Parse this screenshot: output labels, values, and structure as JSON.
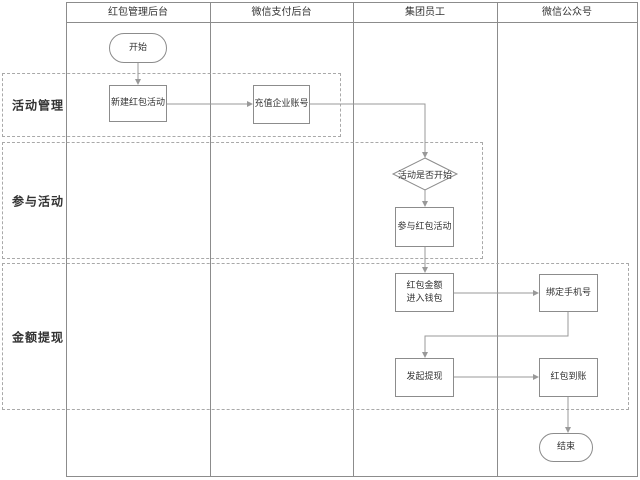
{
  "diagram": {
    "lanes": [
      {
        "label": "红包管理后台"
      },
      {
        "label": "微信支付后台"
      },
      {
        "label": "集团员工"
      },
      {
        "label": "微信公众号"
      }
    ],
    "phases": [
      {
        "label": "活动管理"
      },
      {
        "label": "参与活动"
      },
      {
        "label": "金额提现"
      }
    ],
    "nodes": {
      "start": {
        "label": "开始",
        "type": "terminator"
      },
      "create_activity": {
        "label": "新建红包活动",
        "type": "process"
      },
      "recharge_account": {
        "label": "充值企业账号",
        "type": "process"
      },
      "activity_started": {
        "label": "活动是否开始",
        "type": "decision"
      },
      "join_activity": {
        "label": "参与红包活动",
        "type": "process"
      },
      "amount_to_wallet": {
        "line1": "红包金额",
        "line2": "进入钱包",
        "type": "process"
      },
      "bind_phone": {
        "label": "绑定手机号",
        "type": "process"
      },
      "initiate_withdraw": {
        "label": "发起提现",
        "type": "process"
      },
      "redpacket_arrived": {
        "label": "红包到账",
        "type": "process"
      },
      "end": {
        "label": "结束",
        "type": "terminator"
      }
    },
    "colors": {
      "background": "#ffffff",
      "frame_line": "#8c8c8c",
      "connector_line": "#999999",
      "dashed_line": "#a9a9a9",
      "text": "#333333"
    }
  }
}
